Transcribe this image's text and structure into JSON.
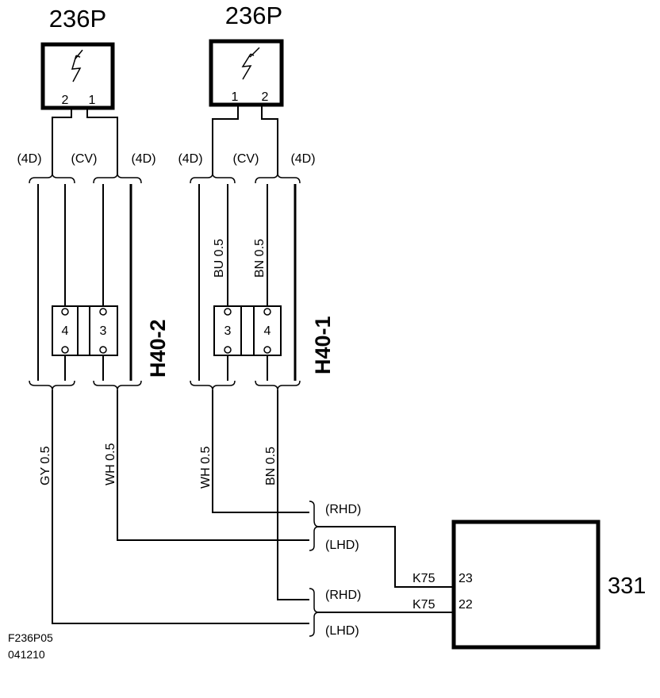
{
  "sensors": [
    {
      "label": "236P",
      "pins": [
        "2",
        "1"
      ]
    },
    {
      "label": "236P",
      "pins": [
        "1",
        "2"
      ]
    }
  ],
  "variants": {
    "d4": "(4D)",
    "cv": "(CV)"
  },
  "wire_labels": {
    "bu_top": "BU 0.5",
    "bn_top": "BN 0.5",
    "gy": "GY  0.5",
    "wh_left": "WH  0.5",
    "wh_right": "WH  0.5",
    "bn_bottom": "BN  0.5"
  },
  "connectors": [
    {
      "label": "H40-2",
      "pins": [
        "4",
        "3"
      ]
    },
    {
      "label": "H40-1",
      "pins": [
        "3",
        "4"
      ]
    }
  ],
  "drive": {
    "rhd": "(RHD)",
    "lhd": "(LHD)"
  },
  "module": {
    "label": "331",
    "pins": [
      {
        "connector": "K75",
        "pin": "23"
      },
      {
        "connector": "K75",
        "pin": "22"
      }
    ]
  },
  "figure_code": "F236P05",
  "figure_date": "041210"
}
